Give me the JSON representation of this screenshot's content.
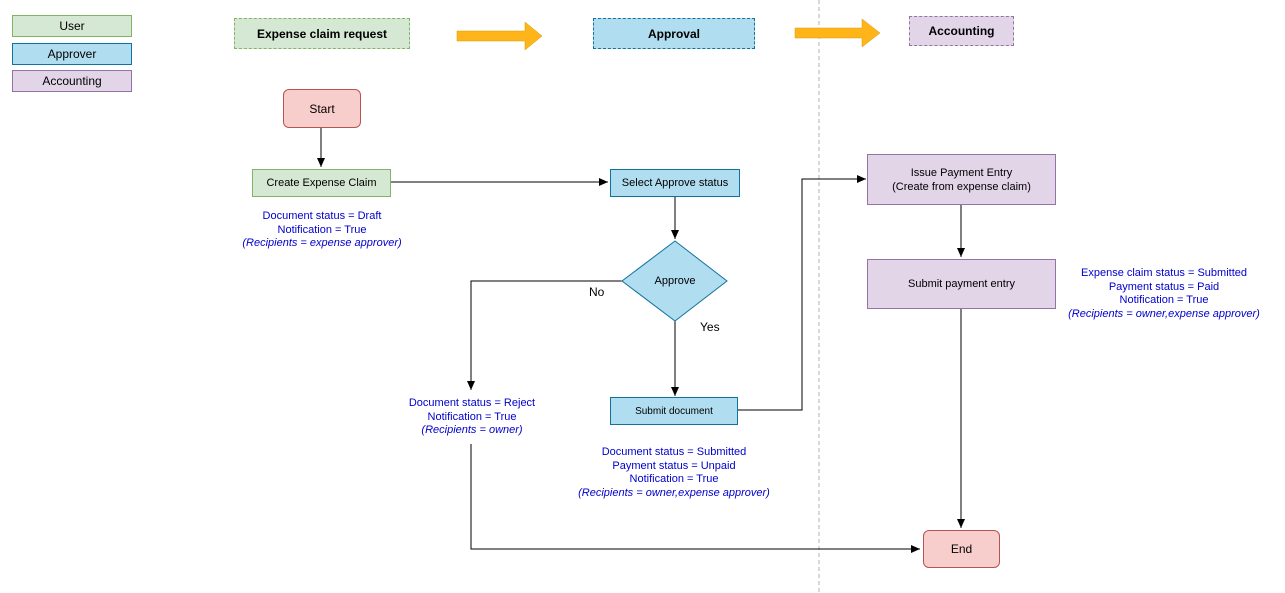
{
  "legend": {
    "user": "User",
    "approver": "Approver",
    "accounting": "Accounting"
  },
  "stages": {
    "request": "Expense claim request",
    "approval": "Approval",
    "accounting": "Accounting"
  },
  "nodes": {
    "start": "Start",
    "create": "Create Expense Claim",
    "select": "Select Approve status",
    "approve": "Approve",
    "submit_doc": "Submit document",
    "issue_line1": "Issue Payment Entry",
    "issue_line2": "(Create from expense claim)",
    "submit_pay": "Submit payment entry",
    "end": "End"
  },
  "edge_labels": {
    "no": "No",
    "yes": "Yes"
  },
  "notes": {
    "draft": [
      "Document status = Draft",
      "Notification = True",
      "(Recipients = expense approver)"
    ],
    "reject": [
      "Document status = Reject",
      "Notification = True",
      "(Recipients = owner)"
    ],
    "submitted": [
      "Document status = Submitted",
      "Payment status = Unpaid",
      "Notification = True",
      "(Recipients = owner,expense approver)"
    ],
    "paid": [
      "Expense claim status = Submitted",
      "Payment status = Paid",
      "Notification = True",
      "(Recipients = owner,expense approver)"
    ]
  },
  "colors": {
    "user_fill": "#d5e8d4",
    "user_stroke": "#82b366",
    "approver_fill": "#b1ddf0",
    "approver_stroke": "#10739e",
    "accounting_fill": "#e1d5e7",
    "accounting_stroke": "#9673a6",
    "terminal_fill": "#f8cecc",
    "terminal_stroke": "#b85450",
    "arrow_fill": "#ffb51a",
    "note_text": "#0000CC"
  }
}
